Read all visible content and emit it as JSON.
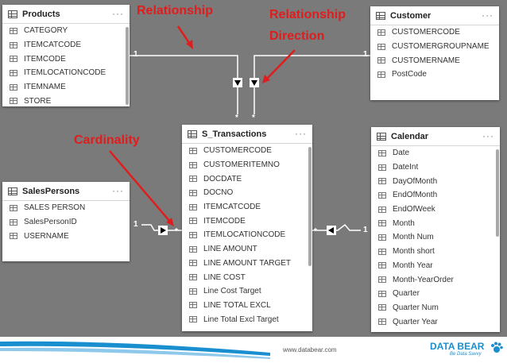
{
  "tables": {
    "products": {
      "title": "Products",
      "columns": [
        "CATEGORY",
        "ITEMCATCODE",
        "ITEMCODE",
        "ITEMLOCATIONCODE",
        "ITEMNAME",
        "STORE"
      ]
    },
    "customer": {
      "title": "Customer",
      "columns": [
        "CUSTOMERCODE",
        "CUSTOMERGROUPNAME",
        "CUSTOMERNAME",
        "PostCode"
      ]
    },
    "salespersons": {
      "title": "SalesPersons",
      "columns": [
        "SALES PERSON",
        "SalesPersonID",
        "USERNAME"
      ]
    },
    "s_transactions": {
      "title": "S_Transactions",
      "columns": [
        "CUSTOMERCODE",
        "CUSTOMERITEMNO",
        "DOCDATE",
        "DOCNO",
        "ITEMCATCODE",
        "ITEMCODE",
        "ITEMLOCATIONCODE",
        "LINE AMOUNT",
        "LINE AMOUNT TARGET",
        "LINE COST",
        "Line Cost Target",
        "LINE TOTAL EXCL",
        "Line Total Excl Target"
      ]
    },
    "calendar": {
      "title": "Calendar",
      "columns": [
        "Date",
        "DateInt",
        "DayOfMonth",
        "EndOfMonth",
        "EndOfWeek",
        "Month",
        "Month Num",
        "Month short",
        "Month Year",
        "Month-YearOrder",
        "Quarter",
        "Quarter Num",
        "Quarter Year"
      ]
    }
  },
  "annotations": {
    "relationship": "Relationship",
    "relationship_direction_line1": "Relationship",
    "relationship_direction_line2": "Direction",
    "cardinality": "Cardinality"
  },
  "cardinality_marks": {
    "one": "1",
    "many": "*"
  },
  "footer": {
    "url": "www.databear.com",
    "brand": "DATA BEAR",
    "tagline": "Be Data Savvy"
  },
  "colors": {
    "canvas": "#7a7a7a",
    "annotation": "#e01d1d",
    "brand": "#1a8fd0"
  }
}
